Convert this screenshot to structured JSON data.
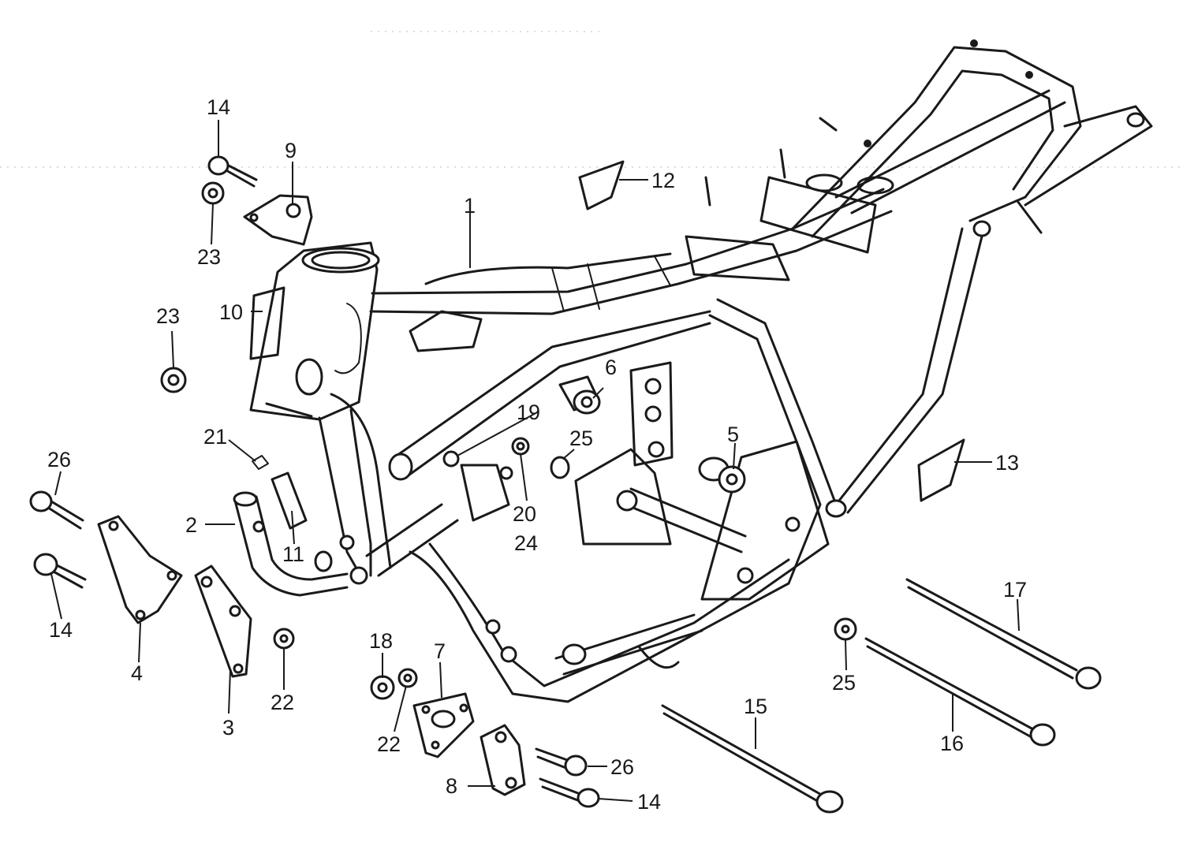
{
  "callouts": {
    "c1": "1",
    "c2": "2",
    "c3": "3",
    "c4": "4",
    "c5": "5",
    "c6": "6",
    "c7": "7",
    "c8": "8",
    "c9": "9",
    "c10": "10",
    "c11": "11",
    "c12": "12",
    "c13": "13",
    "c14a": "14",
    "c14b": "14",
    "c14c": "14",
    "c15": "15",
    "c16": "16",
    "c17": "17",
    "c18": "18",
    "c19": "19",
    "c20": "20",
    "c21": "21",
    "c22a": "22",
    "c22b": "22",
    "c23a": "23",
    "c23b": "23",
    "c24": "24",
    "c25a": "25",
    "c25b": "25",
    "c26a": "26",
    "c26b": "26"
  },
  "colors": {
    "ink": "#1a1a1a",
    "paper": "#ffffff"
  }
}
